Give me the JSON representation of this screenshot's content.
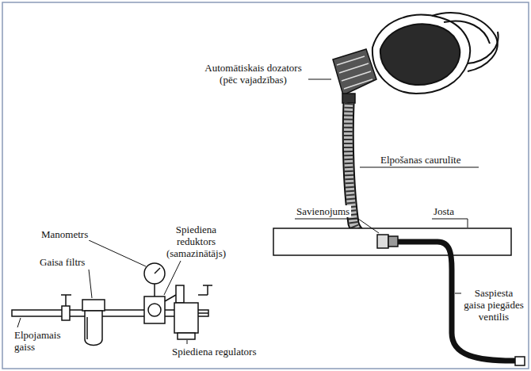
{
  "diagram": {
    "labels": [
      "Automātiskais dozators (pēc vajadzības)",
      "Elpošanas caurulīte",
      "Manometrs",
      "Spiediena reduktors (samazinātājs)",
      "Savienojums",
      "Josta",
      "Gaisa filtrs",
      "Saspiesta gaisa piegādes ventilis",
      "Elpojamais gaiss",
      "Spiediena regulators"
    ]
  }
}
